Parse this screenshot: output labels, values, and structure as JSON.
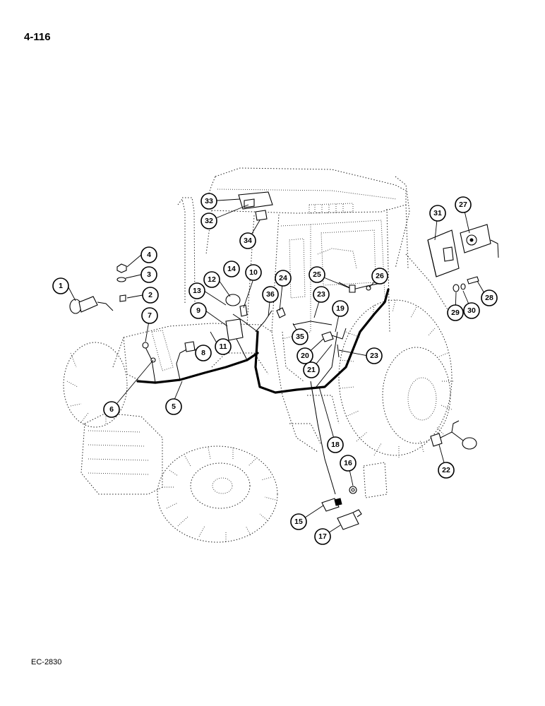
{
  "page_number": "4-116",
  "document_code": "EC-2830",
  "callouts": [
    "1",
    "2",
    "3",
    "4",
    "5",
    "6",
    "7",
    "8",
    "9",
    "10",
    "11",
    "12",
    "13",
    "14",
    "15",
    "16",
    "17",
    "18",
    "19",
    "20",
    "21",
    "22",
    "23",
    "23",
    "24",
    "25",
    "26",
    "27",
    "28",
    "29",
    "30",
    "31",
    "32",
    "33",
    "34",
    "35",
    "36"
  ]
}
